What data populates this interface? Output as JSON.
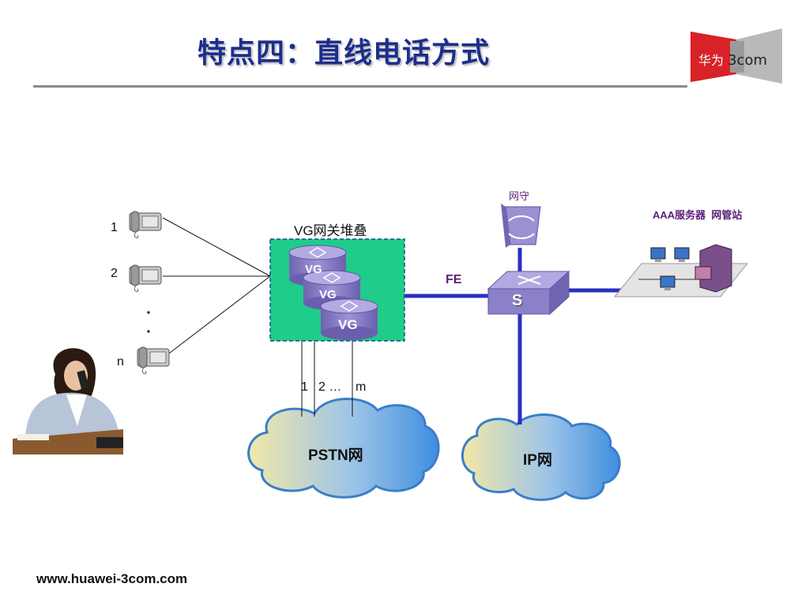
{
  "slide": {
    "title": "特点四：直线电话方式",
    "footer": "www.huawei-3com.com",
    "logo": {
      "cn": "华为",
      "brand": "3com"
    }
  },
  "diagram": {
    "phones": [
      {
        "label": "1"
      },
      {
        "label": "2"
      },
      {
        "label": "n"
      }
    ],
    "dots": ".",
    "vg_stack": {
      "label": "VG网关堆叠",
      "device_label": "VG"
    },
    "lines_label": {
      "one": "1",
      "two": "2 …",
      "m": "m"
    },
    "gatekeeper": {
      "label": "网守"
    },
    "switch": {
      "label": "S"
    },
    "fe_label": "FE",
    "servers": {
      "label": "AAA服务器  网管站"
    },
    "pstn": {
      "label": "PSTN网"
    },
    "ip": {
      "label": "IP网"
    }
  },
  "colors": {
    "title": "#1c2e8c",
    "link_blue": "#2b2fc0",
    "stack_fill": "#1fcc8a",
    "device_fill": "#8f86c9",
    "label_purple": "#5a1e7a",
    "logo_red": "#d92128"
  }
}
